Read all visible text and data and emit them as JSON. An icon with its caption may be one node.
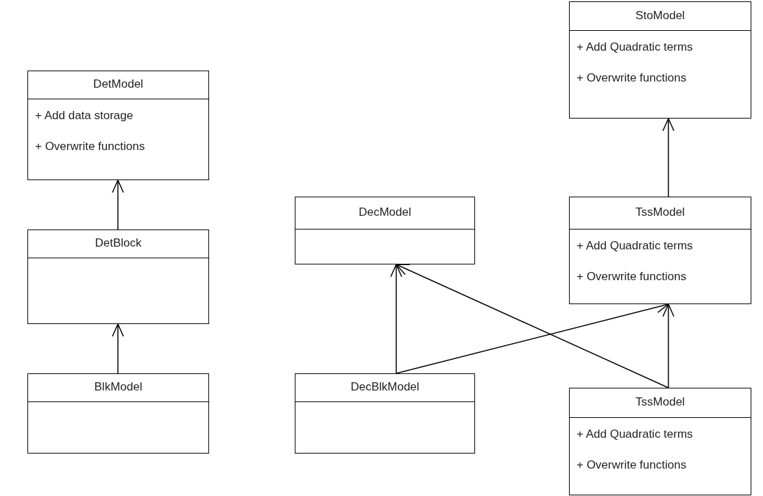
{
  "diagram": {
    "nodes": [
      {
        "text": [
          "DetModel",
          "+ Add data storage",
          "+ Overwrite functions"
        ]
      },
      {
        "text": [
          "DetBlock"
        ]
      },
      {
        "text": [
          "BlkModel"
        ]
      },
      {
        "text": [
          "DecModel"
        ]
      },
      {
        "text": [
          "DecBlkModel"
        ]
      },
      {
        "text": [
          "StoModel",
          "+ Add Quadratic terms",
          "+ Overwrite functions"
        ]
      },
      {
        "text": [
          "TssModel",
          "+ Add Quadratic terms",
          "+ Overwrite functions"
        ]
      },
      {
        "text": [
          "TssModel",
          "+ Add Quadratic terms",
          "+ Overwrite functions"
        ]
      }
    ],
    "edges": [
      {
        "from": 1,
        "to": 0,
        "arrow": "to"
      },
      {
        "from": 2,
        "to": 1,
        "arrow": "to"
      },
      {
        "from": 6,
        "to": 5,
        "arrow": "to"
      },
      {
        "from": 4,
        "to": 3,
        "arrow": "to"
      },
      {
        "from": 4,
        "to": 6,
        "arrow": "to"
      },
      {
        "from": 7,
        "to": 3,
        "arrow": "to"
      },
      {
        "from": 7,
        "to": 6,
        "arrow": "to"
      }
    ]
  }
}
